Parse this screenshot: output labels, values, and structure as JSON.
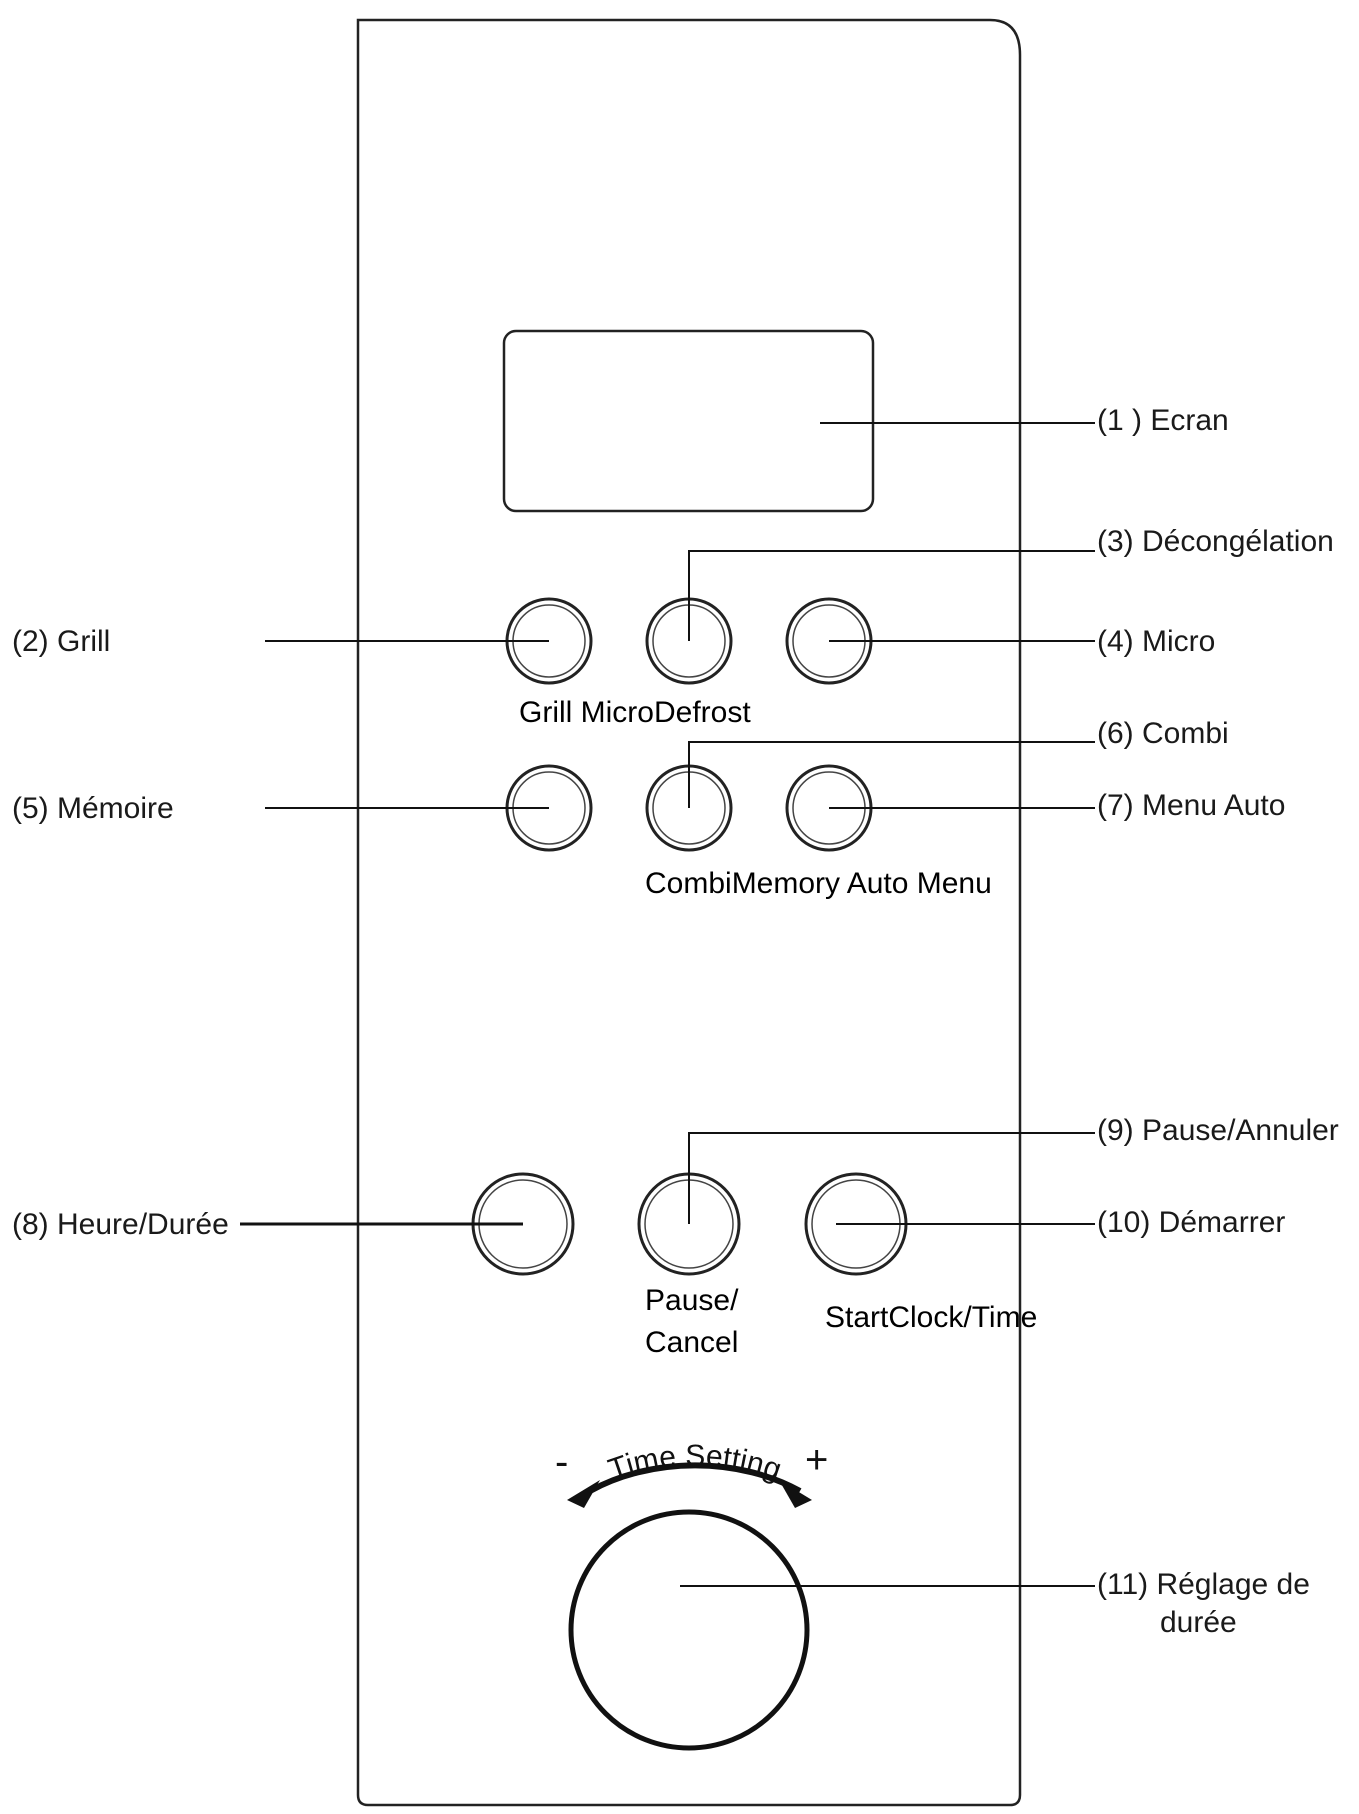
{
  "callouts": {
    "screen": "(1 ) Ecran",
    "grill": "(2) Grill",
    "defrost": "(3) Décongélation",
    "micro": "(4) Micro",
    "memory": "(5) Mémoire",
    "combi": "(6) Combi",
    "auto_menu": "(7) Menu Auto",
    "clock_time": "(8) Heure/Durée",
    "pause_cancel": "(9) Pause/Annuler",
    "start": "(10) Démarrer",
    "time_setting_line1": "(11)  Réglage de",
    "time_setting_line2": "durée"
  },
  "button_labels": {
    "row1": "Grill MicroDefrost",
    "row2": "CombiMemory Auto Menu",
    "pause_line1": "Pause/",
    "pause_line2": "Cancel",
    "start_clock": "StartClock/Time"
  },
  "dial": {
    "arc_label": "Time Setting",
    "minus": "-",
    "plus": "+"
  }
}
